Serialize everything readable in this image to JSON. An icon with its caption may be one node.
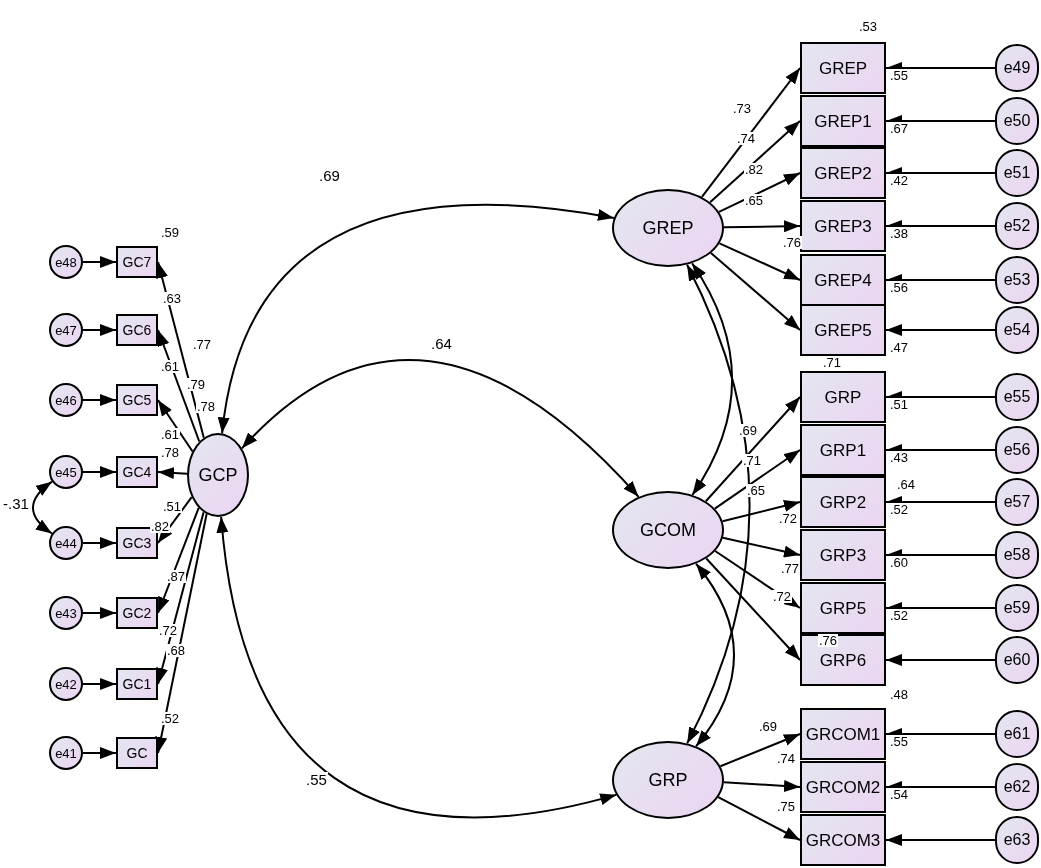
{
  "diagram": {
    "nodes": [
      {
        "text": [
          "GCP"
        ]
      },
      {
        "text": [
          "GREP"
        ]
      },
      {
        "text": [
          "GCOM"
        ]
      },
      {
        "text": [
          "GRP"
        ]
      },
      {
        "text": [
          "GC7"
        ]
      },
      {
        "text": [
          "GC6"
        ]
      },
      {
        "text": [
          "GC5"
        ]
      },
      {
        "text": [
          "GC4"
        ]
      },
      {
        "text": [
          "GC3"
        ]
      },
      {
        "text": [
          "GC2"
        ]
      },
      {
        "text": [
          "GC1"
        ]
      },
      {
        "text": [
          "GC"
        ]
      },
      {
        "text": [
          "e48"
        ]
      },
      {
        "text": [
          "e47"
        ]
      },
      {
        "text": [
          "e46"
        ]
      },
      {
        "text": [
          "e45"
        ]
      },
      {
        "text": [
          "e44"
        ]
      },
      {
        "text": [
          "e43"
        ]
      },
      {
        "text": [
          "e42"
        ]
      },
      {
        "text": [
          "e41"
        ]
      },
      {
        "text": [
          "GREP"
        ]
      },
      {
        "text": [
          "GREP1"
        ]
      },
      {
        "text": [
          "GREP2"
        ]
      },
      {
        "text": [
          "GREP3"
        ]
      },
      {
        "text": [
          "GREP4"
        ]
      },
      {
        "text": [
          "GREP5"
        ]
      },
      {
        "text": [
          "GRP"
        ]
      },
      {
        "text": [
          "GRP1"
        ]
      },
      {
        "text": [
          "GRP2"
        ]
      },
      {
        "text": [
          "GRP3"
        ]
      },
      {
        "text": [
          "GRP5"
        ]
      },
      {
        "text": [
          "GRP6"
        ]
      },
      {
        "text": [
          "GRCOM1"
        ]
      },
      {
        "text": [
          "GRCOM2"
        ]
      },
      {
        "text": [
          "GRCOM3"
        ]
      },
      {
        "text": [
          "e49"
        ]
      },
      {
        "text": [
          "e50"
        ]
      },
      {
        "text": [
          "e51"
        ]
      },
      {
        "text": [
          "e52"
        ]
      },
      {
        "text": [
          "e53"
        ]
      },
      {
        "text": [
          "e54"
        ]
      },
      {
        "text": [
          "e55"
        ]
      },
      {
        "text": [
          "e56"
        ]
      },
      {
        "text": [
          "e57"
        ]
      },
      {
        "text": [
          "e58"
        ]
      },
      {
        "text": [
          "e59"
        ]
      },
      {
        "text": [
          "e60"
        ]
      },
      {
        "text": [
          "e61"
        ]
      },
      {
        "text": [
          "e62"
        ]
      },
      {
        "text": [
          "e63"
        ]
      }
    ],
    "edges": [
      {
        "from": 1,
        "to": 0,
        "arrow": "both",
        "label": ".69"
      },
      {
        "from": 2,
        "to": 0,
        "arrow": "both",
        "label": ".64"
      },
      {
        "from": 3,
        "to": 0,
        "arrow": "both",
        "label": ".55"
      },
      {
        "from": 15,
        "to": 16,
        "arrow": "both",
        "label": "-.31"
      },
      {
        "from": 1,
        "to": 2,
        "arrow": "both"
      },
      {
        "from": 1,
        "to": 3,
        "arrow": "both"
      },
      {
        "from": 2,
        "to": 3,
        "arrow": "both"
      },
      {
        "from": 0,
        "to": 4,
        "arrow": "to"
      },
      {
        "from": 0,
        "to": 5,
        "arrow": "to"
      },
      {
        "from": 0,
        "to": 6,
        "arrow": "to"
      },
      {
        "from": 0,
        "to": 7,
        "arrow": "to"
      },
      {
        "from": 0,
        "to": 8,
        "arrow": "to"
      },
      {
        "from": 0,
        "to": 9,
        "arrow": "to"
      },
      {
        "from": 0,
        "to": 10,
        "arrow": "to"
      },
      {
        "from": 0,
        "to": 11,
        "arrow": "to"
      },
      {
        "from": 1,
        "to": 20,
        "arrow": "to"
      },
      {
        "from": 1,
        "to": 21,
        "arrow": "to"
      },
      {
        "from": 1,
        "to": 22,
        "arrow": "to"
      },
      {
        "from": 1,
        "to": 23,
        "arrow": "to"
      },
      {
        "from": 1,
        "to": 24,
        "arrow": "to"
      },
      {
        "from": 1,
        "to": 25,
        "arrow": "to"
      },
      {
        "from": 2,
        "to": 26,
        "arrow": "to"
      },
      {
        "from": 2,
        "to": 27,
        "arrow": "to"
      },
      {
        "from": 2,
        "to": 28,
        "arrow": "to"
      },
      {
        "from": 2,
        "to": 29,
        "arrow": "to"
      },
      {
        "from": 2,
        "to": 30,
        "arrow": "to"
      },
      {
        "from": 2,
        "to": 31,
        "arrow": "to"
      },
      {
        "from": 3,
        "to": 32,
        "arrow": "to"
      },
      {
        "from": 3,
        "to": 33,
        "arrow": "to"
      },
      {
        "from": 3,
        "to": 34,
        "arrow": "to"
      },
      {
        "from": 12,
        "to": 4,
        "arrow": "to"
      },
      {
        "from": 13,
        "to": 5,
        "arrow": "to"
      },
      {
        "from": 14,
        "to": 6,
        "arrow": "to"
      },
      {
        "from": 15,
        "to": 7,
        "arrow": "to"
      },
      {
        "from": 16,
        "to": 8,
        "arrow": "to"
      },
      {
        "from": 17,
        "to": 9,
        "arrow": "to"
      },
      {
        "from": 18,
        "to": 10,
        "arrow": "to"
      },
      {
        "from": 19,
        "to": 11,
        "arrow": "to"
      },
      {
        "from": 35,
        "to": 20,
        "arrow": "to"
      },
      {
        "from": 36,
        "to": 21,
        "arrow": "to"
      },
      {
        "from": 37,
        "to": 22,
        "arrow": "to"
      },
      {
        "from": 38,
        "to": 23,
        "arrow": "to"
      },
      {
        "from": 39,
        "to": 24,
        "arrow": "to"
      },
      {
        "from": 40,
        "to": 25,
        "arrow": "to"
      },
      {
        "from": 41,
        "to": 26,
        "arrow": "to"
      },
      {
        "from": 42,
        "to": 27,
        "arrow": "to"
      },
      {
        "from": 43,
        "to": 28,
        "arrow": "to"
      },
      {
        "from": 44,
        "to": 29,
        "arrow": "to"
      },
      {
        "from": 45,
        "to": 30,
        "arrow": "to"
      },
      {
        "from": 46,
        "to": 31,
        "arrow": "to"
      },
      {
        "from": 47,
        "to": 32,
        "arrow": "to"
      },
      {
        "from": 48,
        "to": 33,
        "arrow": "to"
      },
      {
        "from": 49,
        "to": 34,
        "arrow": "to"
      }
    ],
    "labels": [
      ".59",
      ".63",
      ".77",
      ".61",
      ".79",
      ".78",
      ".61",
      ".78",
      ".51",
      ".82",
      ".87",
      ".72",
      ".68",
      ".52",
      ".53",
      ".73",
      ".74",
      ".82",
      ".65",
      ".76",
      ".55",
      ".67",
      ".42",
      ".38",
      ".56",
      ".47",
      ".71",
      ".69",
      ".71",
      ".65",
      ".72",
      ".77",
      ".72",
      ".51",
      ".43",
      ".64",
      ".52",
      ".60",
      ".52",
      ".76",
      ".48",
      ".69",
      ".74",
      ".75",
      ".55",
      ".54"
    ]
  }
}
